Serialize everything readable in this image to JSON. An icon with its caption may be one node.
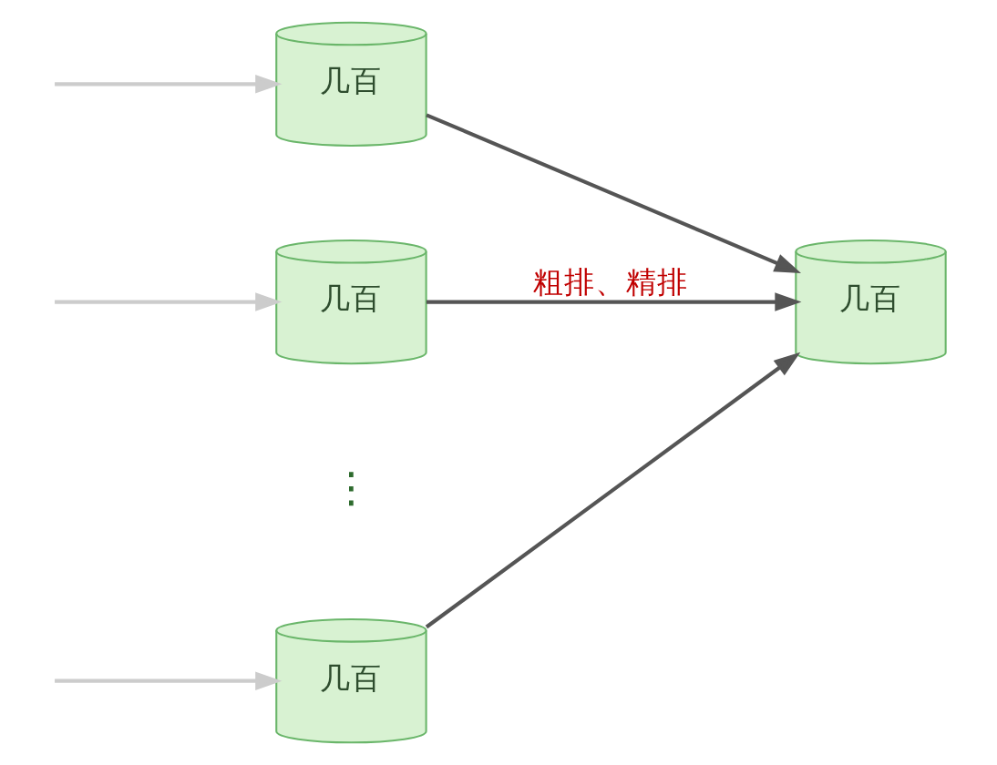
{
  "diagram": {
    "nodes": [
      {
        "text": [
          "几百"
        ]
      },
      {
        "text": [
          "几百"
        ]
      },
      {
        "text": [
          "几百"
        ]
      },
      {
        "text": [
          "几百"
        ]
      }
    ],
    "edges": [
      {
        "from": null,
        "to": 0,
        "arrow": "to",
        "color": "#cccccc"
      },
      {
        "from": null,
        "to": 1,
        "arrow": "to",
        "color": "#cccccc"
      },
      {
        "from": null,
        "to": 2,
        "arrow": "to",
        "color": "#cccccc"
      },
      {
        "from": 0,
        "to": 3,
        "arrow": "to",
        "color": "#555555"
      },
      {
        "from": 1,
        "to": 3,
        "arrow": "to",
        "label": "粗排、精排",
        "color": "#555555"
      },
      {
        "from": 2,
        "to": 3,
        "arrow": "to",
        "color": "#555555"
      }
    ],
    "labels": [
      "⋮"
    ]
  }
}
